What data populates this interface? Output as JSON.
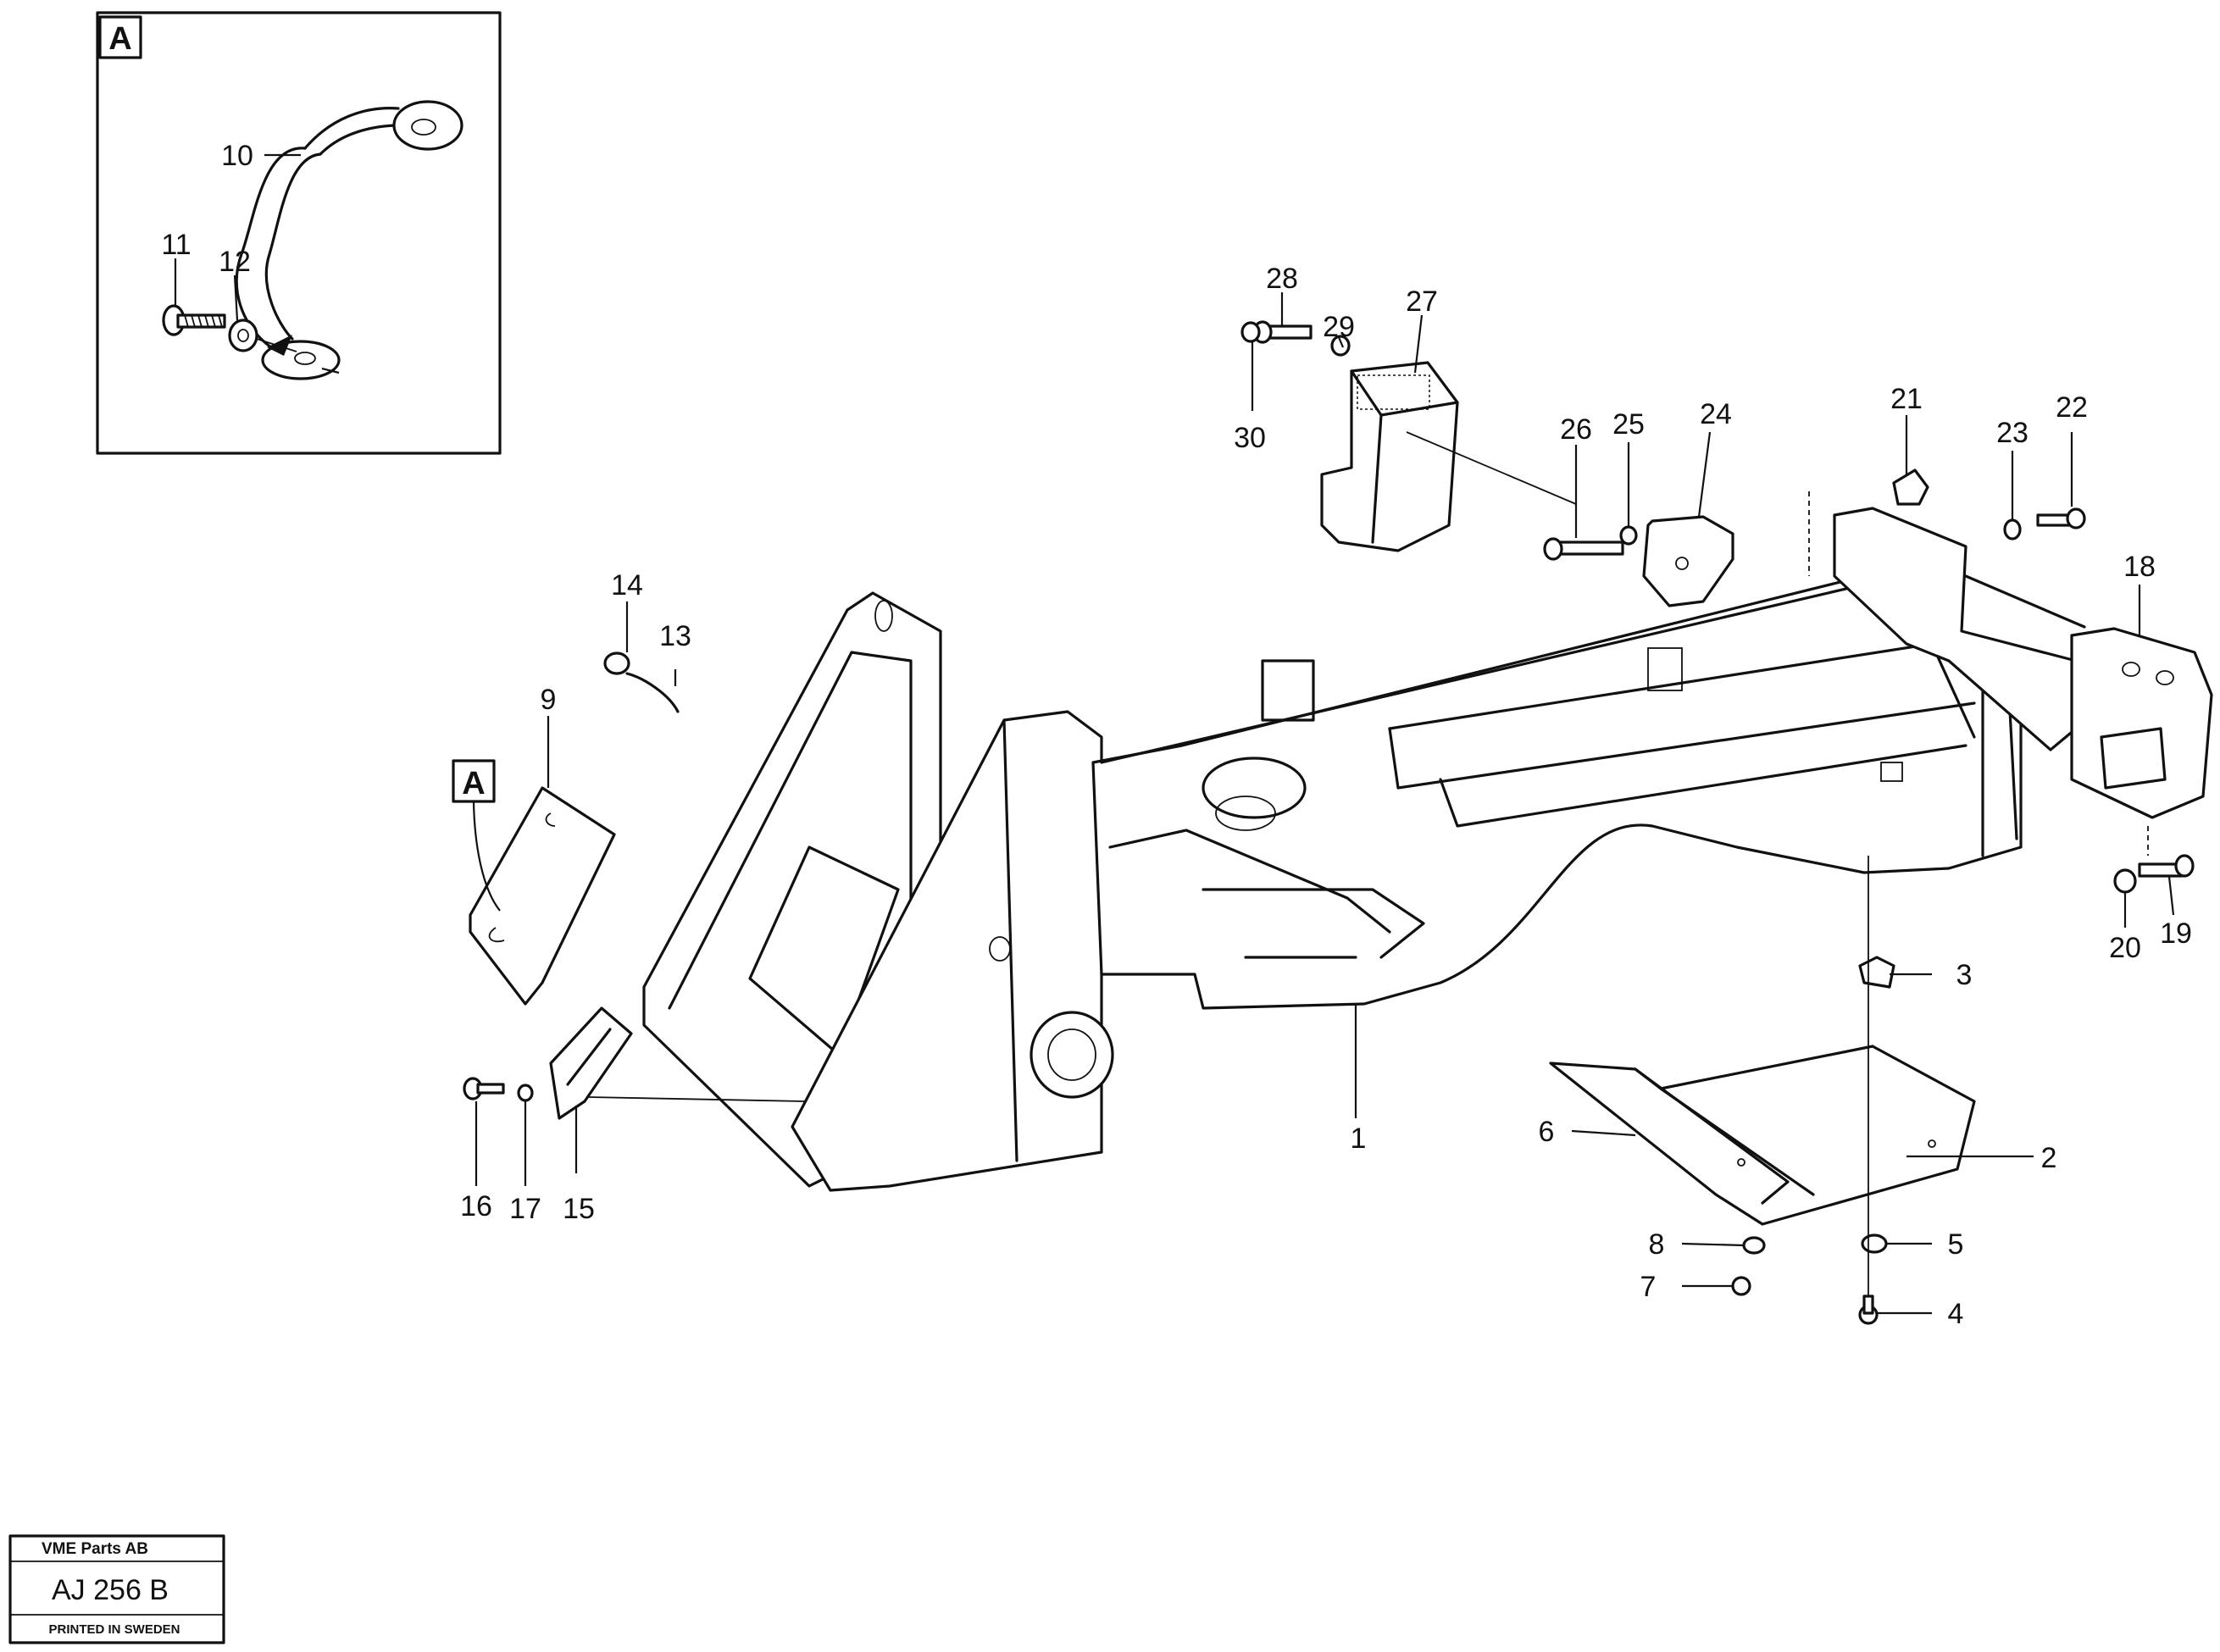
{
  "detail_view": {
    "label": "A"
  },
  "callout_marker": {
    "label": "A"
  },
  "part_numbers": [
    "1",
    "2",
    "3",
    "4",
    "5",
    "6",
    "7",
    "8",
    "9",
    "10",
    "11",
    "12",
    "13",
    "14",
    "15",
    "16",
    "17",
    "18",
    "19",
    "20",
    "21",
    "22",
    "23",
    "24",
    "25",
    "26",
    "27",
    "28",
    "29",
    "30"
  ],
  "title_block": {
    "company": "VME Parts AB",
    "drawing_code": "AJ 256 B",
    "printed": "PRINTED IN SWEDEN"
  }
}
